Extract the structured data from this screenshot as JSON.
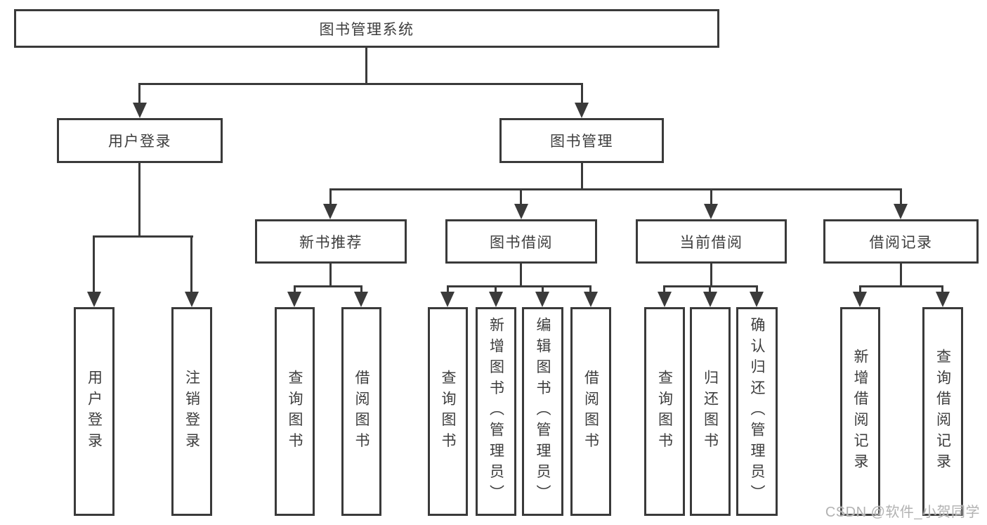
{
  "watermark": {
    "text": "CSDN @软件_小贺同学"
  },
  "colors": {
    "line": "#3a3a3a",
    "box_border": "#3a3a3a",
    "text": "#3d3d3d",
    "background": "#ffffff",
    "watermark": "#b2b2b2"
  },
  "tree": {
    "label": "图书管理系统",
    "children": [
      {
        "label": "用户登录",
        "children": [
          {
            "label": "用户登录"
          },
          {
            "label": "注销登录"
          }
        ]
      },
      {
        "label": "图书管理",
        "children": [
          {
            "label": "新书推荐",
            "children": [
              {
                "label": "查询图书"
              },
              {
                "label": "借阅图书"
              }
            ]
          },
          {
            "label": "图书借阅",
            "children": [
              {
                "label": "查询图书"
              },
              {
                "label": "新增图书（管理员）"
              },
              {
                "label": "编辑图书（管理员）"
              },
              {
                "label": "借阅图书"
              }
            ]
          },
          {
            "label": "当前借阅",
            "children": [
              {
                "label": "查询图书"
              },
              {
                "label": "归还图书"
              },
              {
                "label": "确认归还（管理员）"
              }
            ]
          },
          {
            "label": "借阅记录",
            "children": [
              {
                "label": "新增借阅记录"
              },
              {
                "label": "查询借阅记录"
              }
            ]
          }
        ]
      }
    ]
  }
}
